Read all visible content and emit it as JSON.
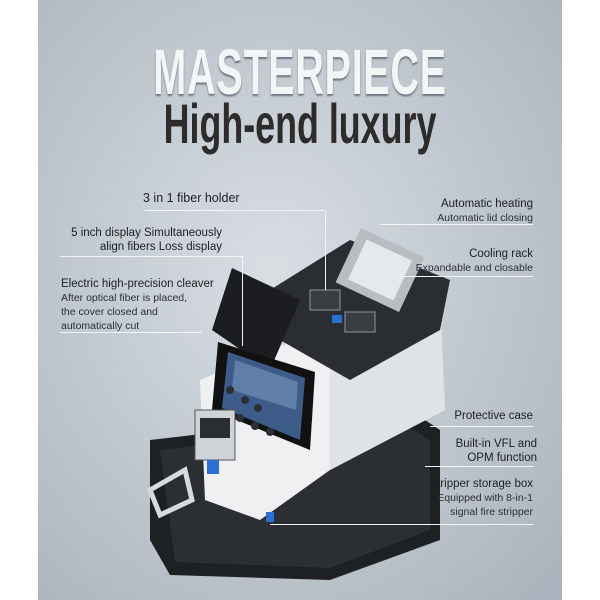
{
  "headline": {
    "title": "MASTERPIECE",
    "subtitle": "High-end luxury"
  },
  "callouts_left": [
    {
      "title": "3 in 1 fiber holder"
    },
    {
      "title": "5 inch display Simultaneously",
      "title2": "align fibers Loss display"
    },
    {
      "title": "Electric high-precision cleaver",
      "desc": [
        "After optical fiber is placed,",
        "the cover closed and",
        "automatically cut"
      ]
    }
  ],
  "callouts_right": [
    {
      "title": "Automatic heating",
      "desc": [
        "Automatic lid closing"
      ]
    },
    {
      "title": "Cooling rack",
      "desc": [
        "Expandable and closable"
      ]
    },
    {
      "title": "Protective case"
    },
    {
      "title": "Built-in VFL and",
      "title2": "OPM function"
    },
    {
      "title": "Stripper storage box",
      "desc": [
        "Equipped with 8-in-1",
        "signal fire stripper"
      ]
    }
  ],
  "colors": {
    "background": "#b9c1c9",
    "title": "#f4f5f6",
    "subtitle": "#2e2b2b",
    "accent_blue": "#2a6fd6"
  }
}
